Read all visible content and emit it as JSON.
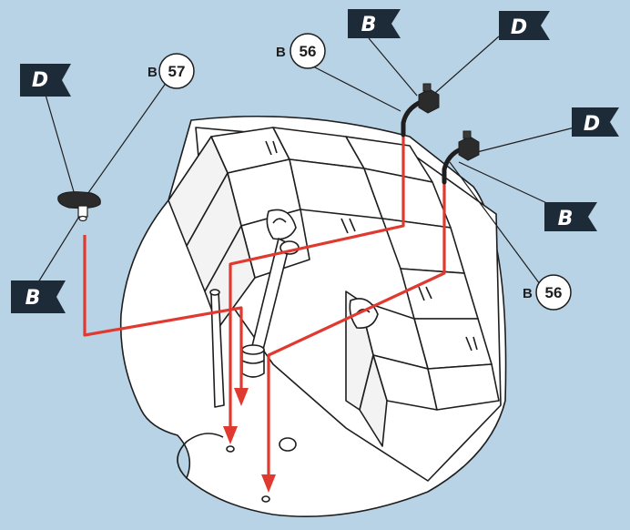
{
  "colors": {
    "background": "#b9d3e6",
    "flag": "#1d2a38",
    "arrow": "#e03a30",
    "line": "#1e1e1e",
    "part": "#ffffff"
  },
  "flags": {
    "d_top_left": "D",
    "b_bottom_left": "B",
    "b_top_center": "B",
    "d_top_right": "D",
    "d_mid_right": "D",
    "b_right": "B"
  },
  "callouts": {
    "left": {
      "prefix": "B",
      "number": "57"
    },
    "top": {
      "prefix": "B",
      "number": "56"
    },
    "right": {
      "prefix": "B",
      "number": "56"
    }
  }
}
